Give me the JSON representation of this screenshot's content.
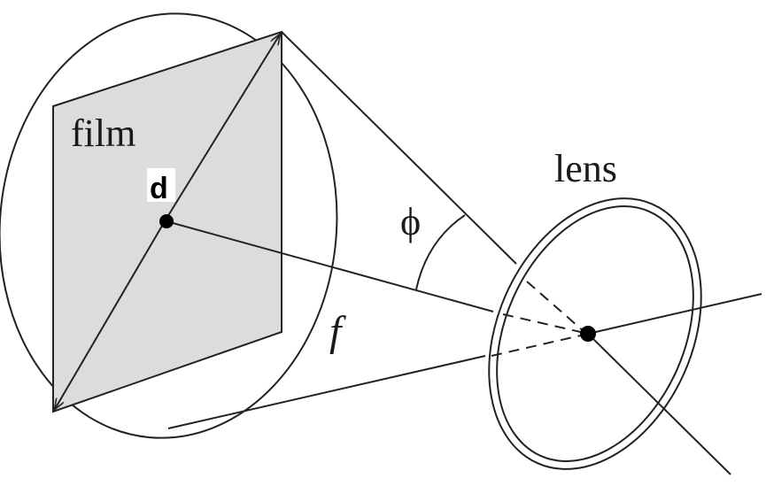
{
  "labels": {
    "film": "film",
    "center": "d",
    "angle": "ϕ",
    "focal": "f",
    "lens": "lens"
  },
  "colors": {
    "film_fill": "#dcdcdc",
    "stroke": "#222222",
    "background": "#ffffff"
  }
}
